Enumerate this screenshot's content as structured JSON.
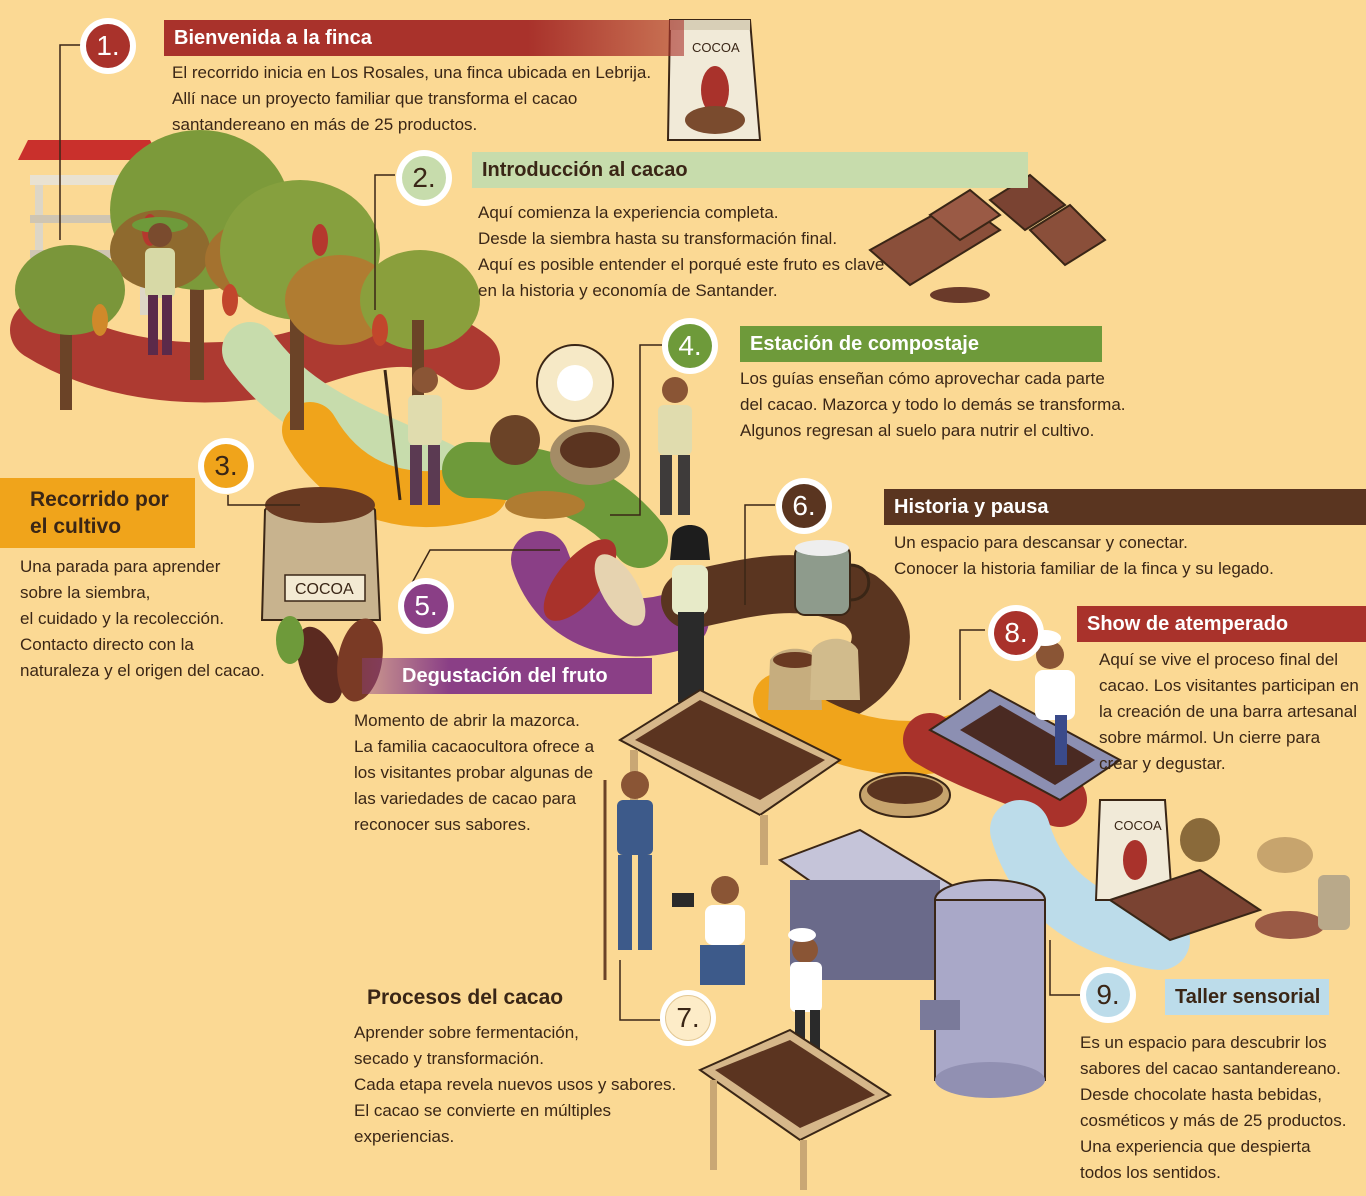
{
  "colors": {
    "background": "#fbd994",
    "stop1": "#a9322b",
    "stop2": "#c7dcac",
    "stop3": "#f0a41b",
    "stop4": "#6e9a3a",
    "stop5": "#8a3f86",
    "stop6": "#5a3520",
    "stop7": "#fdecc8",
    "stop8": "#a9322b",
    "stop9": "#bcdcea"
  },
  "stops": [
    {
      "number": "1.",
      "title": "Bienvenida a la finca",
      "body": "El recorrido inicia en Los Rosales, una finca ubicada en Lebrija.\nAllí nace un proyecto familiar que transforma el cacao\nsantandereano en más de 25 productos."
    },
    {
      "number": "2.",
      "title": "Introducción al cacao",
      "body": "Aquí comienza la experiencia completa.\nDesde la siembra hasta su  transformación final.\nAquí es posible entender el porqué este fruto es clave\nen la historia y economía de Santander."
    },
    {
      "number": "3.",
      "title": "Recorrido por\nel cultivo",
      "body": "Una parada para aprender\nsobre la siembra,\nel cuidado y la recolección.\nContacto directo con la\nnaturaleza y el origen del cacao."
    },
    {
      "number": "4.",
      "title": "Estación de compostaje",
      "body": "Los guías enseñan cómo aprovechar cada parte\ndel cacao. Mazorca y todo lo demás se transforma.\nAlgunos regresan al suelo para nutrir el cultivo."
    },
    {
      "number": "5.",
      "title": "Degustación del fruto",
      "body": "Momento de abrir la mazorca.\nLa familia cacaocultora ofrece a\nlos visitantes probar algunas de\nlas variedades de cacao para\nreconocer sus sabores."
    },
    {
      "number": "6.",
      "title": "Historia y pausa",
      "body": "Un espacio para descansar y conectar.\n     Conocer la historia familiar de la finca y su legado."
    },
    {
      "number": "7.",
      "title": "Procesos del cacao",
      "body": "Aprender sobre fermentación,\nsecado y transformación.\nCada etapa revela nuevos usos y sabores.\nEl cacao se convierte en múltiples experiencias."
    },
    {
      "number": "8.",
      "title": "Show de atemperado",
      "body": "Aquí se vive el proceso final del\ncacao. Los visitantes participan en\nla creación de una barra artesanal\n     sobre mármol.  Un cierre para\n          crear y degustar."
    },
    {
      "number": "9.",
      "title": "Taller sensorial",
      "body": "Es un espacio para descubrir los\nsabores del cacao santandereano.\nDesde chocolate hasta bebidas,\ncosméticos y más de 25 productos.\nUna experiencia que despierta\ntodos los sentidos."
    }
  ],
  "labels": {
    "cocoa_bag_top": "COCOA",
    "cocoa_sack": "COCOA",
    "cocoa_bag_bottom": "COCOA"
  },
  "icons": [
    "cacao-tree-icon",
    "farmer-icon",
    "cocoa-bag-icon",
    "chocolate-bar-icon",
    "cacao-pod-icon",
    "cacao-sack-icon",
    "mug-icon",
    "tempering-mold-icon",
    "roasting-machine-icon",
    "drying-table-icon",
    "photographer-icon",
    "chef-icon"
  ]
}
